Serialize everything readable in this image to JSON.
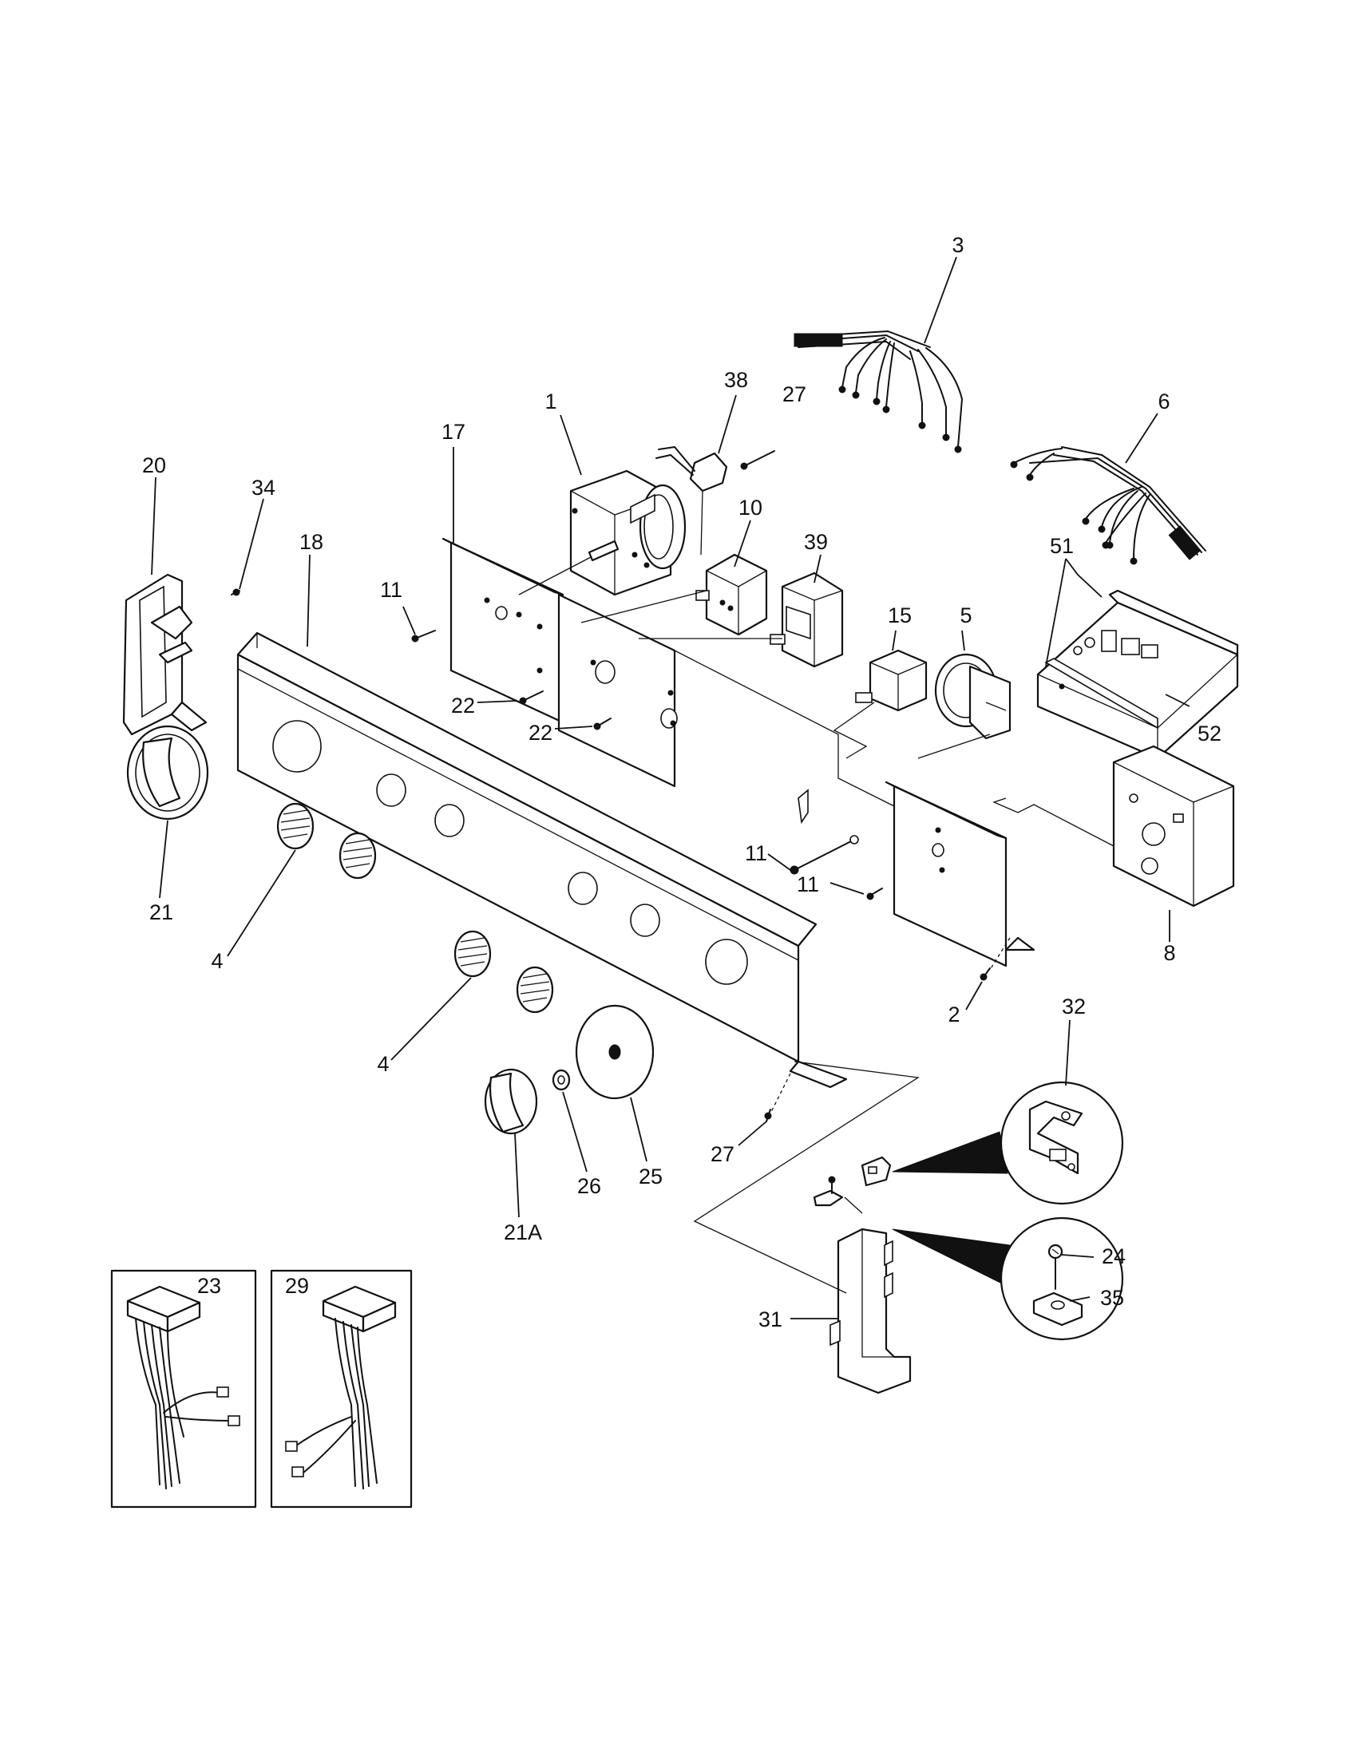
{
  "callouts": [
    {
      "id": "c1",
      "text": "1"
    },
    {
      "id": "c2",
      "text": "2"
    },
    {
      "id": "c3",
      "text": "3"
    },
    {
      "id": "c4a",
      "text": "4"
    },
    {
      "id": "c4b",
      "text": "4"
    },
    {
      "id": "c5",
      "text": "5"
    },
    {
      "id": "c6",
      "text": "6"
    },
    {
      "id": "c8",
      "text": "8"
    },
    {
      "id": "c10",
      "text": "10"
    },
    {
      "id": "c11a",
      "text": "11"
    },
    {
      "id": "c11b",
      "text": "11"
    },
    {
      "id": "c11c",
      "text": "11"
    },
    {
      "id": "c15",
      "text": "15"
    },
    {
      "id": "c17",
      "text": "17"
    },
    {
      "id": "c18",
      "text": "18"
    },
    {
      "id": "c20",
      "text": "20"
    },
    {
      "id": "c21",
      "text": "21"
    },
    {
      "id": "c21a",
      "text": "21A"
    },
    {
      "id": "c22a",
      "text": "22"
    },
    {
      "id": "c22b",
      "text": "22"
    },
    {
      "id": "c23",
      "text": "23"
    },
    {
      "id": "c24",
      "text": "24"
    },
    {
      "id": "c25",
      "text": "25"
    },
    {
      "id": "c26",
      "text": "26"
    },
    {
      "id": "c27a",
      "text": "27"
    },
    {
      "id": "c27b",
      "text": "27"
    },
    {
      "id": "c29",
      "text": "29"
    },
    {
      "id": "c31",
      "text": "31"
    },
    {
      "id": "c32",
      "text": "32"
    },
    {
      "id": "c34",
      "text": "34"
    },
    {
      "id": "c35",
      "text": "35"
    },
    {
      "id": "c38",
      "text": "38"
    },
    {
      "id": "c39",
      "text": "39"
    },
    {
      "id": "c51",
      "text": "51"
    },
    {
      "id": "c52",
      "text": "52"
    }
  ]
}
